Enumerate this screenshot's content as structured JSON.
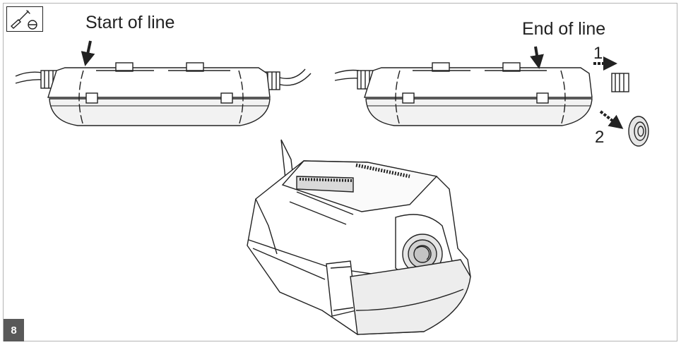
{
  "labels": {
    "start": "Start of line",
    "end": "End of line"
  },
  "steps": {
    "one": "1",
    "two": "2"
  },
  "figure": {
    "number": "8"
  },
  "icons": {
    "tool": "screwdriver-icon"
  },
  "colors": {
    "badge": "#595959",
    "line": "#222222",
    "fill_light": "#f2f2f2",
    "fill_mid": "#d9d9d9",
    "frame": "#b4b4b4"
  }
}
